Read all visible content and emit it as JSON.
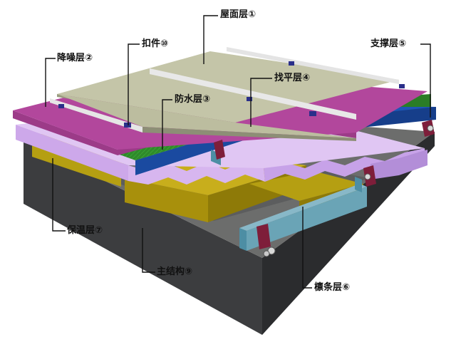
{
  "labels": {
    "roof_surface": "屋面层①",
    "noise_reduction": "降噪层②",
    "waterproof": "防水层③",
    "leveling": "找平层④",
    "support": "支撑层⑤",
    "purlin": "檩条层⑥",
    "insulation": "保温层⑦",
    "main_structure": "主结构⑨",
    "clip": "扣件⑩"
  },
  "colors": {
    "roof_panel": "#c4c5a8",
    "noise_layer": "#b2479c",
    "waterproof_layer": "#2f8a2a",
    "leveling_layer": "#1a4aa0",
    "support_deck": "#d7b6ef",
    "insulation_block": "#b59f12",
    "purlin_steel": "#6aa4b6",
    "concrete_base": "#4a4b4c",
    "bracket": "#7e1e3a"
  }
}
